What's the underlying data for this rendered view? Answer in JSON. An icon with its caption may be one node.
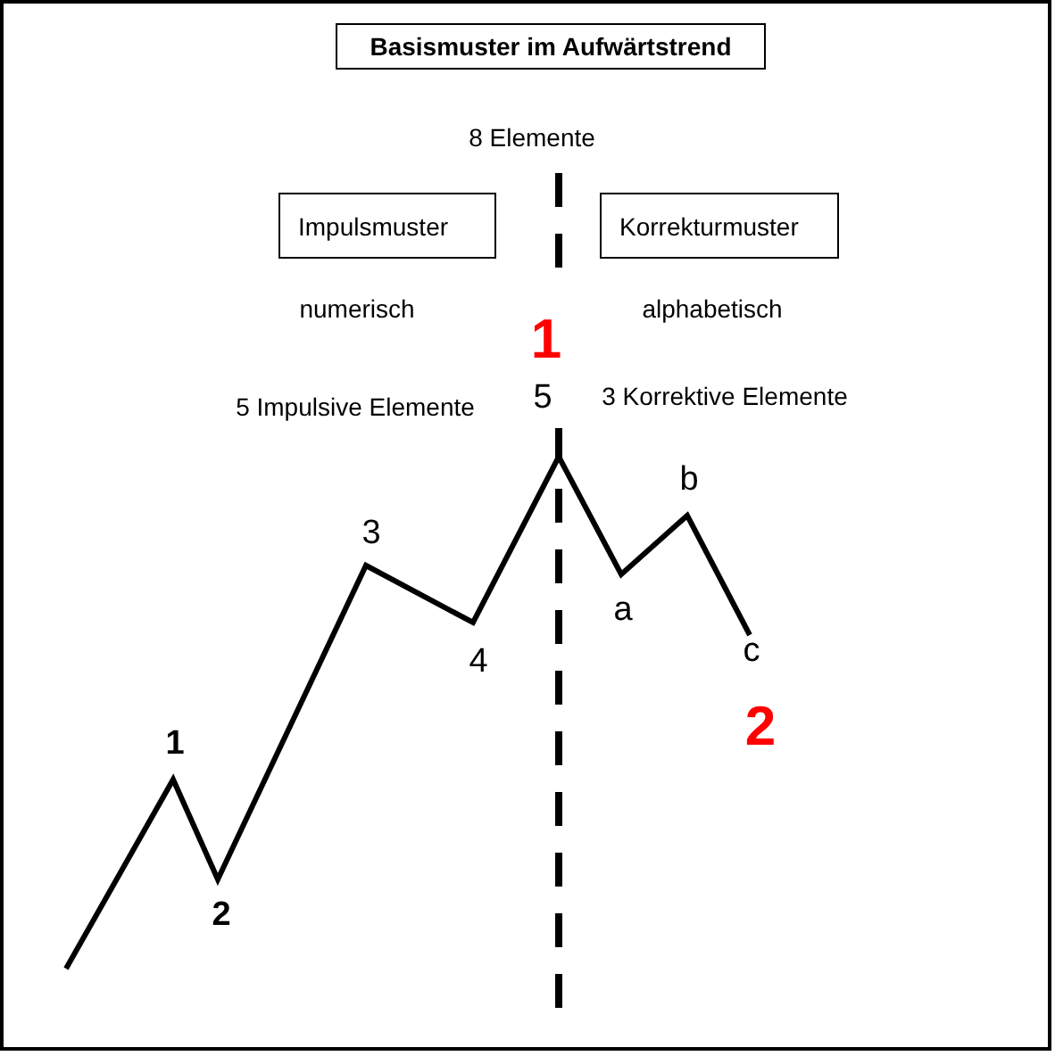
{
  "diagram": {
    "title": "Basismuster im Aufwärtstrend",
    "nodes": [
      {
        "text": [
          "Impulsmuster"
        ]
      },
      {
        "text": [
          "Korrekturmuster"
        ]
      }
    ],
    "labels": [
      "8 Elemente",
      "numerisch",
      "alphabetisch",
      "1",
      "5 Impulsive Elemente",
      "5",
      "3 Korrektive Elemente",
      "b",
      "3",
      "a",
      "c",
      "4",
      "2",
      "1",
      "2"
    ]
  }
}
